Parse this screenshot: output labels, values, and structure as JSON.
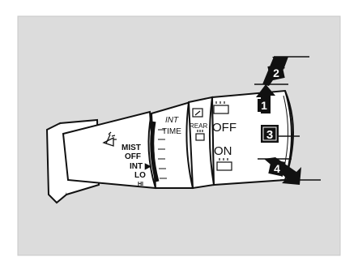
{
  "diagram": {
    "background_color": "#dcdcdc",
    "page_color": "#ffffff",
    "wiper_switch": {
      "label_mist": "MIST",
      "label_off": "OFF",
      "label_int": "INT ▶",
      "label_lo": "LO",
      "label_hi": "HI"
    },
    "intermittent_ring": {
      "label_int": "INT",
      "label_time": "TIME"
    },
    "rear_wiper_switch": {
      "label_rear": "REAR",
      "label_off": "OFF",
      "label_on": "ON"
    },
    "callouts": {
      "c1": "1",
      "c2": "2",
      "c3": "3",
      "c4": "4"
    },
    "icons": [
      "windshield-wiper-icon",
      "rear-wiper-icon",
      "rear-washer-icon"
    ]
  }
}
